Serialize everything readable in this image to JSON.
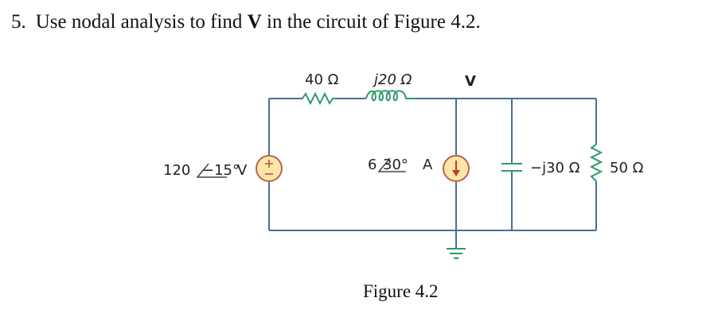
{
  "problem": {
    "number": "5.",
    "text_before": "Use nodal analysis to find ",
    "bold_var": "V",
    "text_after": " in the circuit of Figure 4.2."
  },
  "circuit": {
    "resistor_series": "40 Ω",
    "inductor": "j20 Ω",
    "node_label": "V",
    "voltage_source": {
      "magnitude": "120",
      "angle": "−15°",
      "unit": "V"
    },
    "current_source": {
      "magnitude": "6",
      "angle": "30°",
      "unit": "A"
    },
    "capacitor": "−j30 Ω",
    "resistor_shunt": "50 Ω",
    "colors": {
      "wire": "#4a6f98",
      "component": "#2e9a6a",
      "source_fill": "#fde7a8",
      "source_stroke": "#c0604a",
      "arrow": "#c0392b"
    }
  },
  "caption": "Figure 4.2"
}
